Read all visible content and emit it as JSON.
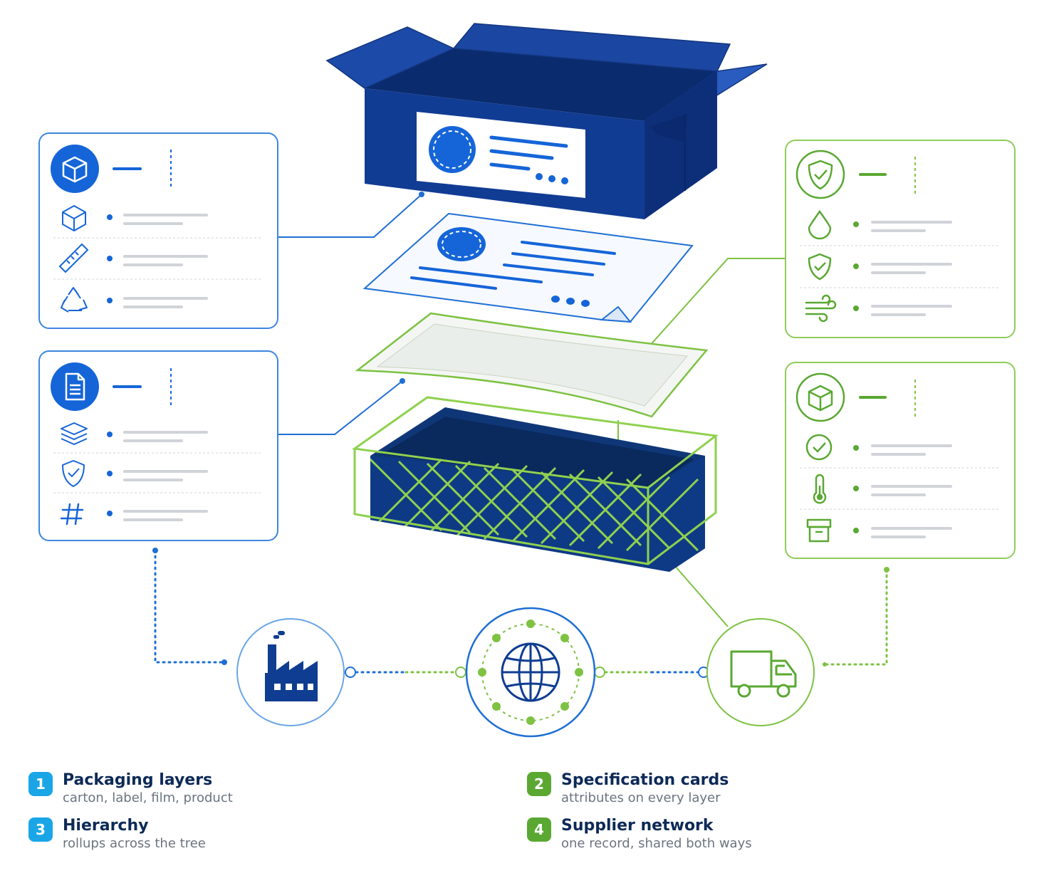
{
  "colors": {
    "navy": "#0f3d91",
    "blue_accent": "#1565d8",
    "green_accent": "#7dc242",
    "badge_blue": "#1aa6e6",
    "badge_green": "#5aa832",
    "text_dark": "#0d2a57",
    "text_muted": "#6b7480"
  },
  "left_cards": [
    {
      "header_icon": "package-icon",
      "rows": [
        "cube-icon",
        "ruler-icon",
        "recycle-icon"
      ]
    },
    {
      "header_icon": "document-icon",
      "rows": [
        "layers-icon",
        "shield-check-icon",
        "hash-icon"
      ]
    }
  ],
  "right_cards": [
    {
      "header_icon": "shield-check-icon",
      "rows": [
        "water-drop-icon",
        "shield-check-icon",
        "wind-icon"
      ]
    },
    {
      "header_icon": "package-icon",
      "rows": [
        "check-circle-icon",
        "thermometer-icon",
        "archive-box-icon"
      ]
    }
  ],
  "network_nodes": [
    "factory-icon",
    "globe-icon",
    "truck-icon"
  ],
  "legend": [
    {
      "number": "1",
      "title": "Packaging layers",
      "subtitle": "carton, label, film, product",
      "color": "blue"
    },
    {
      "number": "2",
      "title": "Specification cards",
      "subtitle": "attributes on every layer",
      "color": "green"
    },
    {
      "number": "3",
      "title": "Hierarchy",
      "subtitle": "rollups across the tree",
      "color": "blue"
    },
    {
      "number": "4",
      "title": "Supplier network",
      "subtitle": "one record, shared both ways",
      "color": "green"
    }
  ]
}
